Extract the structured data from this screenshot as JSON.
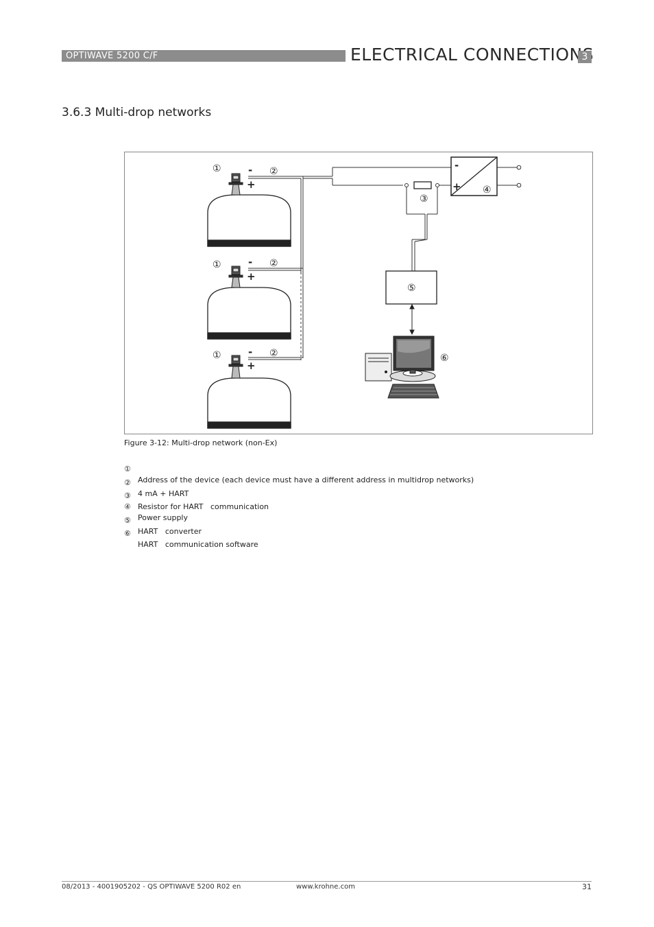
{
  "header": {
    "product": "OPTIWAVE 5200 C/F",
    "chapter_title": "ELECTRICAL CONNECTIONS",
    "chapter_number": "3"
  },
  "section": {
    "title": "3.6.3  Multi-drop networks"
  },
  "figure": {
    "caption": "Figure 3-12: Multi-drop network (non-Ex)",
    "callouts": {
      "c1": "①",
      "c2": "②",
      "c3": "③",
      "c4": "④",
      "c5": "⑤",
      "c6": "⑥"
    },
    "polarity": {
      "minus": "-",
      "plus": "+"
    }
  },
  "legend": [
    {
      "num": "①",
      "text": "Address of the device (each device must have a different address in multidrop networks)"
    },
    {
      "num": "②",
      "text": "4 mA + HART"
    },
    {
      "num": "③",
      "text": "Resistor for HART   communication"
    },
    {
      "num": "④",
      "text": "Power supply"
    },
    {
      "num": "⑤",
      "text": "HART   converter"
    },
    {
      "num": "⑥",
      "text": "HART   communication software"
    }
  ],
  "footer": {
    "doc_ref": "08/2013 - 4001905202 - QS OPTIWAVE 5200 R02 en",
    "website": "www.krohne.com",
    "page": "31"
  }
}
